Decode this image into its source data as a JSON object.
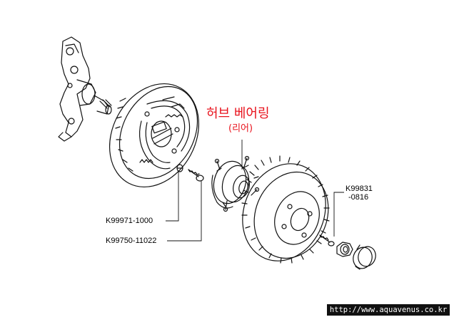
{
  "title": {
    "main": "허브 베어링",
    "sub": "(리어)",
    "color": "#e8121c"
  },
  "part_labels": {
    "left_bolt": "K99971-1000",
    "left_screw": "K99750-11022",
    "right_bolt_line1": "K99831",
    "right_bolt_line2": "-0816"
  },
  "watermark": "http://www.aquavenus.co.kr",
  "icons": [
    "steering-knuckle",
    "brake-backing-plate",
    "hub-bearing",
    "brake-drum",
    "hub-nut",
    "hub-cap"
  ]
}
